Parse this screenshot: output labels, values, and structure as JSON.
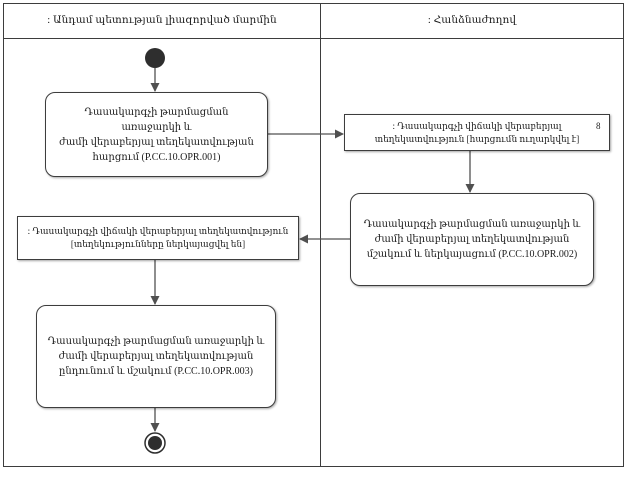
{
  "swimlanes": [
    {
      "title": ": Անդամ պետության լիազորված մարմին"
    },
    {
      "title": ": Հանձնաժողով"
    }
  ],
  "activities": [
    {
      "id": "opr001",
      "label": "Դասակարգչի թարմացման առաջարկի և\nժամի վերաբերյալ տեղեկատվության\nհարցում (P.CC.10.OPR.001)"
    },
    {
      "id": "opr002",
      "label": "Դասակարգչի թարմացման առաջարկի և\nժամի վերաբերյալ տեղեկատվության\nմշակում և ներկայացում (P.CC.10.OPR.002)"
    },
    {
      "id": "opr003",
      "label": "Դասակարգչի թարմացման առաջարկի և\nժամի վերաբերյալ տեղեկատվության\nընդունում և մշակում (P.CC.10.OPR.003)"
    }
  ],
  "objects": [
    {
      "id": "obj-request",
      "label": ": Դասակարգչի վիճակի վերաբերյալ\nտեղեկատվություն [հարցումն ուղարկվել է]",
      "marker": "8"
    },
    {
      "id": "obj-info",
      "label": ": Դասակարգչի վիճակի վերաբերյալ տեղեկատվություն\n[տեղեկությունները ներկայացվել են]"
    }
  ]
}
